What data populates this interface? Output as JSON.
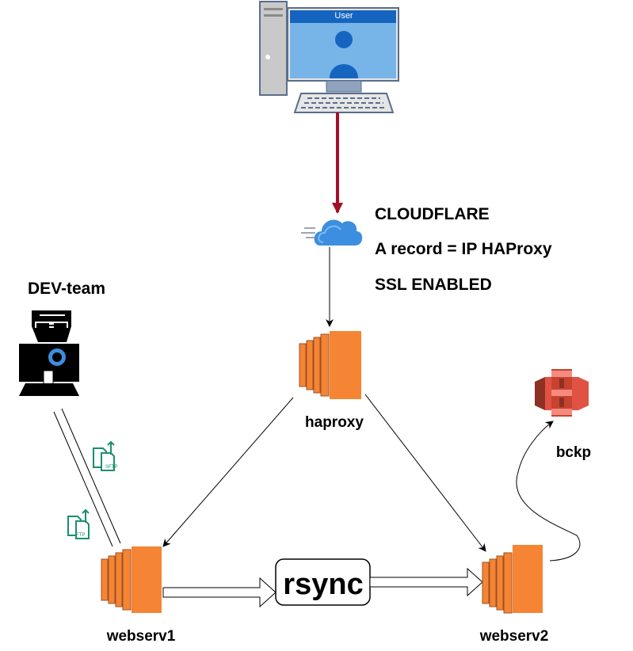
{
  "user": {
    "label": "User"
  },
  "cloudflare": {
    "lines": [
      "CLOUDFLARE",
      "A record = IP HAProxy",
      "SSL ENABLED"
    ]
  },
  "dev_team": {
    "label": "DEV-team"
  },
  "protocols": {
    "sftp": "SFTP",
    "ftp": "FTP"
  },
  "nodes": {
    "haproxy": "haproxy",
    "webserv1": "webserv1",
    "webserv2": "webserv2",
    "backup": "bckp"
  },
  "sync": {
    "label": "rsync"
  },
  "colors": {
    "ec2_orange": "#f58534",
    "ec2_dark": "#9d5025",
    "s3_red": "#e05243",
    "arrow_red": "#a50f28",
    "cloud_blue": "#3c8ee0",
    "screen_blue": "#77b4e8",
    "protocol_green": "#1a8f6f"
  }
}
